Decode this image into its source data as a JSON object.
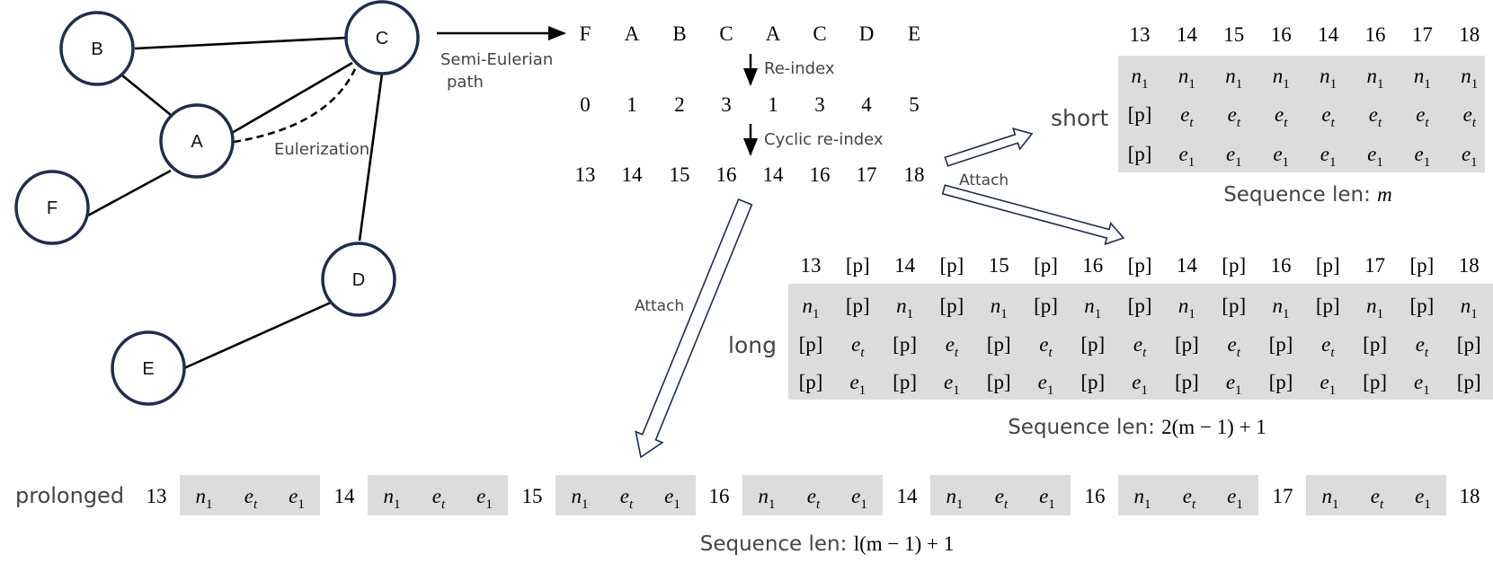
{
  "graph": {
    "nodes": [
      "A",
      "B",
      "C",
      "D",
      "E",
      "F"
    ],
    "edges": [
      [
        "B",
        "C"
      ],
      [
        "B",
        "A"
      ],
      [
        "A",
        "C"
      ],
      [
        "A",
        "F"
      ],
      [
        "C",
        "D"
      ],
      [
        "D",
        "E"
      ]
    ],
    "eulerization_edge": [
      "A",
      "C"
    ],
    "eulerization_label": "Eulerization"
  },
  "labels": {
    "semi_eulerian": [
      "Semi-Eulerian",
      "path"
    ],
    "reindex": "Re-index",
    "cyclic_reindex": "Cyclic re-index",
    "attach": "Attach",
    "short": "short",
    "long": "long",
    "prolonged": "prolonged"
  },
  "path_letters": [
    "F",
    "A",
    "B",
    "C",
    "A",
    "C",
    "D",
    "E"
  ],
  "reindexed": [
    "0",
    "1",
    "2",
    "3",
    "1",
    "3",
    "4",
    "5"
  ],
  "cyclic": [
    "13",
    "14",
    "15",
    "16",
    "14",
    "16",
    "17",
    "18"
  ],
  "tokens": {
    "pad": "[p]"
  },
  "short_len": {
    "prefix": "Sequence len: ",
    "expr": "m"
  },
  "long_len": {
    "prefix": "Sequence len: ",
    "expr": "2(m − 1) + 1"
  },
  "prolonged_len": {
    "prefix": "Sequence len: ",
    "expr": "l(m − 1) + 1"
  },
  "colors": {
    "node_stroke": "#1f2d4e",
    "band": "#dcdcdc"
  }
}
